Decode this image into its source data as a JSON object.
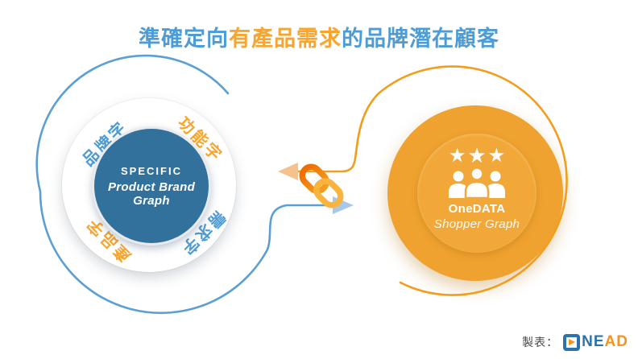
{
  "title": {
    "part1": "準確定向",
    "part2": "有產品需求",
    "part3": "的品牌潛在顧客"
  },
  "left_circle": {
    "ring_labels": [
      {
        "text": "品牌字",
        "color": "#4E9CD6"
      },
      {
        "text": "功能字",
        "color": "#F7A52E"
      },
      {
        "text": "需求字",
        "color": "#4E9CD6"
      },
      {
        "text": "產品字",
        "color": "#F7A52E"
      }
    ],
    "center_title": "SPECIFIC",
    "center_subtitle": "Product Brand Graph"
  },
  "right_circle": {
    "star_glyph": "★",
    "center_title": "OneDATA",
    "center_subtitle": "Shopper Graph"
  },
  "icons": {
    "center": "chain-link-icon",
    "left_arrow": "arrow-left-icon",
    "right_arrow": "arrow-right-icon",
    "people": "people-group-icon",
    "stars": "star-icon",
    "logo_play": "play-icon"
  },
  "footer": {
    "credit_label": "製表：",
    "logo_text_ne": "NE",
    "logo_text_ad": "AD"
  },
  "palette": {
    "title_blue": "#4E9CD6",
    "title_orange": "#F7A52E",
    "left_core_blue": "#33719D",
    "right_circle_orange": "#EFA22F",
    "spiral_blue": "#5B9FD4",
    "spiral_orange": "#F49D1C",
    "arrow_blue": "#A9C8E9",
    "arrow_tan": "#F5C18C",
    "link_dark_orange": "#ED7102",
    "link_gold": "#F8B43C",
    "logo_blue": "#2C73AC",
    "logo_orange": "#F6921E"
  }
}
